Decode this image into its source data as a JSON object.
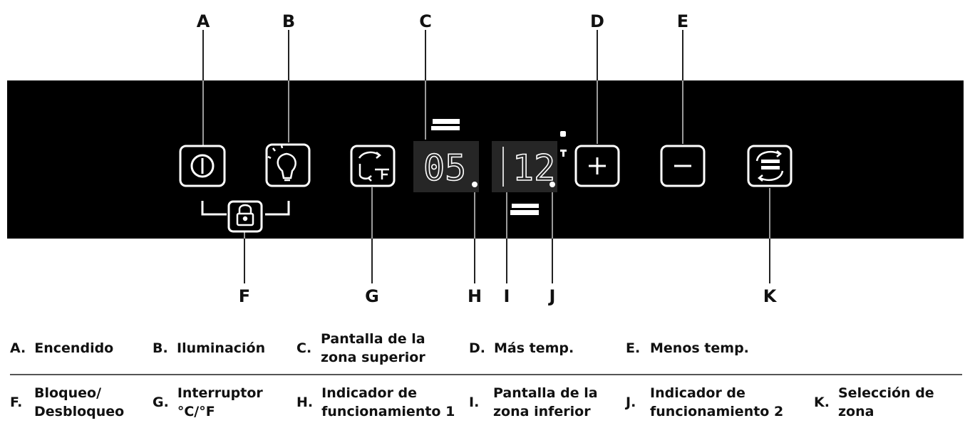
{
  "callouts": {
    "A": "A",
    "B": "B",
    "C": "C",
    "D": "D",
    "E": "E",
    "F": "F",
    "G": "G",
    "H": "H",
    "I": "I",
    "J": "J",
    "K": "K"
  },
  "displays": {
    "upper_value": "05",
    "lower_value": "12"
  },
  "legend": {
    "row1": [
      {
        "key": "A.",
        "text": "Encendido"
      },
      {
        "key": "B.",
        "text": "Iluminación"
      },
      {
        "key": "C.",
        "text": "Pantalla de la\nzona superior"
      },
      {
        "key": "D.",
        "text": "Más temp."
      },
      {
        "key": "E.",
        "text": "Menos temp."
      }
    ],
    "row2": [
      {
        "key": "F.",
        "text": "Bloqueo/\nDesbloqueo"
      },
      {
        "key": "G.",
        "text": "Interruptor\n°C/°F"
      },
      {
        "key": "H.",
        "text": "Indicador de\nfuncionamiento 1"
      },
      {
        "key": "I.",
        "text": "Pantalla de la\nzona inferior"
      },
      {
        "key": "J.",
        "text": "Indicador de\nfuncionamiento 2"
      },
      {
        "key": "K.",
        "text": "Selección de\nzona"
      }
    ]
  },
  "colors": {
    "panel": "#000000",
    "icon": "#ffffff",
    "display_bg": "#2a2a2a",
    "text": "#111111"
  },
  "icons": [
    "power-icon",
    "light-bulb-icon",
    "lock-icon",
    "temperature-unit-icon",
    "plus-icon",
    "minus-icon",
    "zone-select-icon"
  ]
}
